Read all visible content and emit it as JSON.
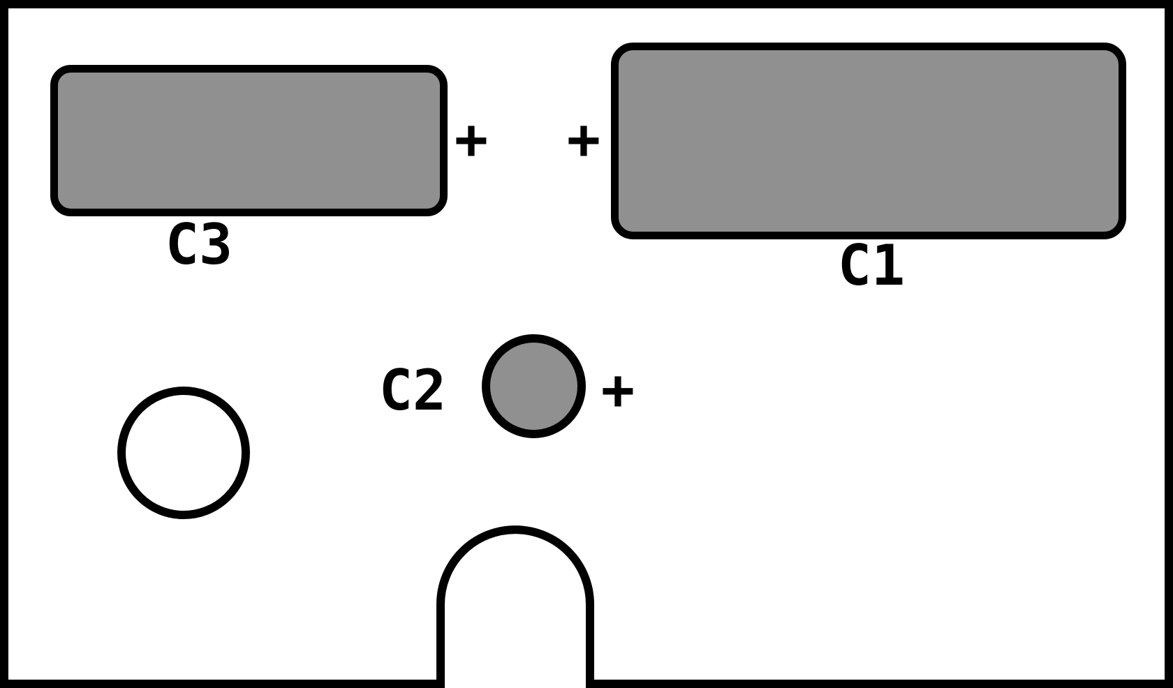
{
  "figure": {
    "type": "board-component-placement-diagram",
    "refdes": {
      "c1": "C1",
      "c2": "C2",
      "c3": "C3"
    },
    "polarity_marker": "+",
    "colors": {
      "background": "#ffffff",
      "outline": "#000000",
      "pad_fill": "#909090",
      "hole_fill": "#ffffff"
    },
    "components": [
      {
        "ref": "C1",
        "shape": "rounded-rectangle",
        "filled": true
      },
      {
        "ref": "C2",
        "shape": "circle",
        "filled": true
      },
      {
        "ref": "C3",
        "shape": "rounded-rectangle",
        "filled": true
      }
    ]
  }
}
